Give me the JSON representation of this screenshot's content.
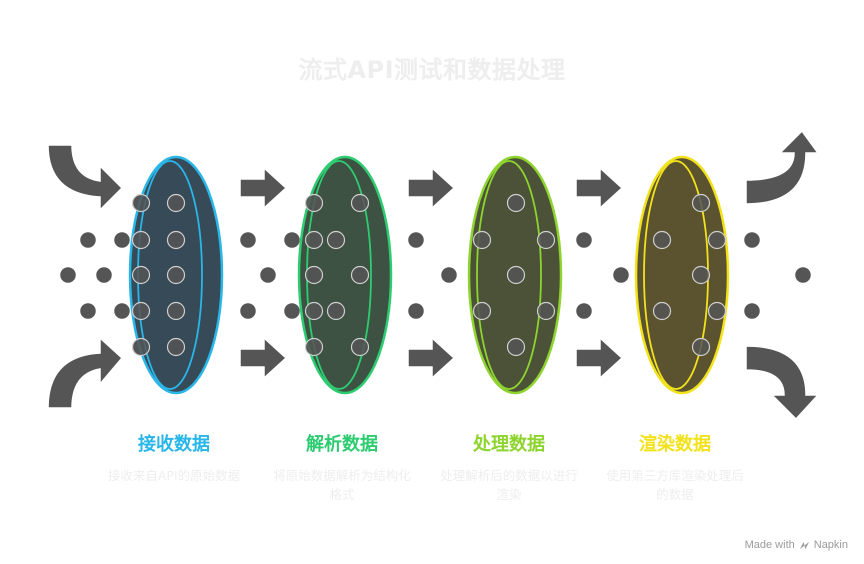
{
  "title": "流式API测试和数据处理",
  "stages": [
    {
      "label": "接收数据",
      "description": "接收来自API的原始数据",
      "color": "#29b6e8",
      "fill": "#374a57"
    },
    {
      "label": "解析数据",
      "description": "将原始数据解析为结构化格式",
      "color": "#2ecc71",
      "fill": "#3d5242"
    },
    {
      "label": "处理数据",
      "description": "处理解析后的数据以进行渲染",
      "color": "#8ed42f",
      "fill": "#4b5238"
    },
    {
      "label": "渲染数据",
      "description": "使用第三方库渲染处理后的数据",
      "color": "#f2e21b",
      "fill": "#5b532f"
    }
  ],
  "colors": {
    "arrow": "#555555",
    "dot": "#555555",
    "title": "#eeeeee",
    "description": "#eeeeee"
  },
  "footer": {
    "made_with": "Made with",
    "brand": "Napkin"
  }
}
